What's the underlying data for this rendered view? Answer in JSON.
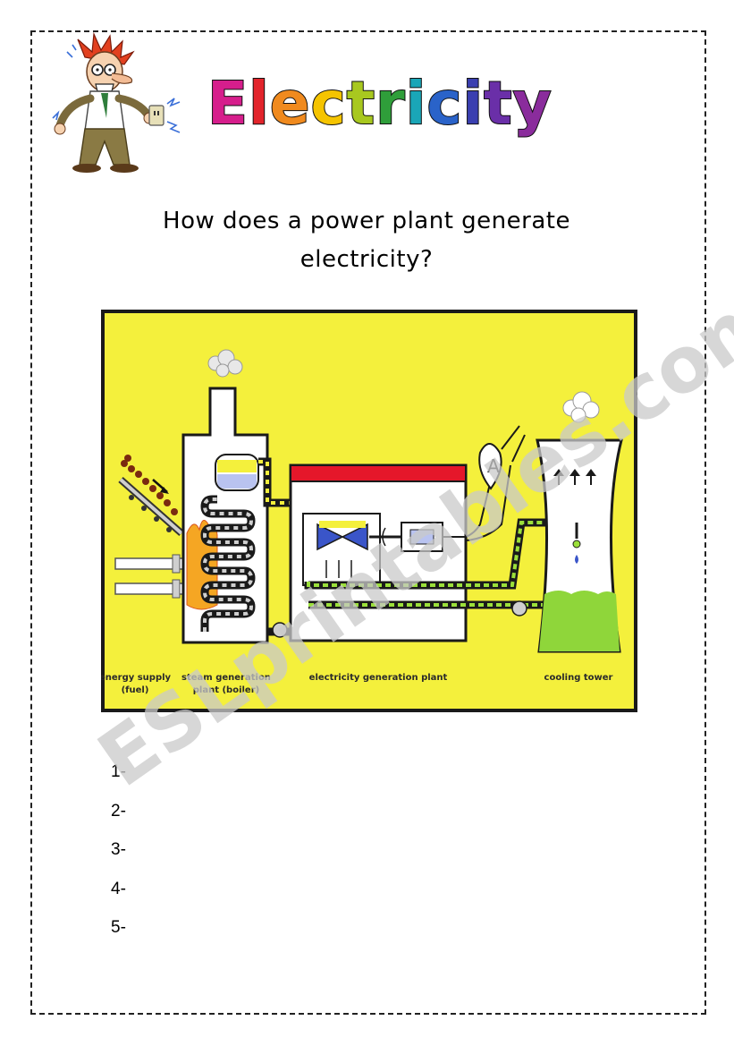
{
  "title": {
    "text": "Electricity",
    "letters": [
      {
        "ch": "E",
        "color": "#d61e8c"
      },
      {
        "ch": "l",
        "color": "#e2242b"
      },
      {
        "ch": "e",
        "color": "#f08a1e"
      },
      {
        "ch": "c",
        "color": "#f5c400"
      },
      {
        "ch": "t",
        "color": "#a8c81f"
      },
      {
        "ch": "r",
        "color": "#2f9e3a"
      },
      {
        "ch": "i",
        "color": "#1aa6b7"
      },
      {
        "ch": "c",
        "color": "#2a63c9"
      },
      {
        "ch": "i",
        "color": "#3a3fb0"
      },
      {
        "ch": "t",
        "color": "#6a2fa8"
      },
      {
        "ch": "y",
        "color": "#8a2c9c"
      }
    ]
  },
  "question": {
    "line1": "How does a power plant generate",
    "line2": "electricity?"
  },
  "diagram": {
    "labels": {
      "energy_supply": "energy supply",
      "fuel": "(fuel)",
      "steam_generation": "steam generation",
      "boiler": "plant (boiler)",
      "electricity_plant": "electricity generation plant",
      "cooling_tower": "cooling tower",
      "ammeter": "A"
    },
    "colors": {
      "background": "#f4f03c",
      "pipe_green": "#9be03a",
      "pipe_dark": "#1a1a1a",
      "roof_red": "#e5172a",
      "water_blue": "#b9c3f0",
      "flame": "#f5a623",
      "tower_green": "#8fd63a"
    }
  },
  "answer_lines": [
    "1-",
    "2-",
    "3-",
    "4-",
    "5-"
  ],
  "watermark": {
    "text": "ESLprintables.com",
    "color": "#c9c9c9"
  },
  "icons": {
    "mascot": "electrocuted-man-icon",
    "ammeter": "ammeter-icon"
  }
}
